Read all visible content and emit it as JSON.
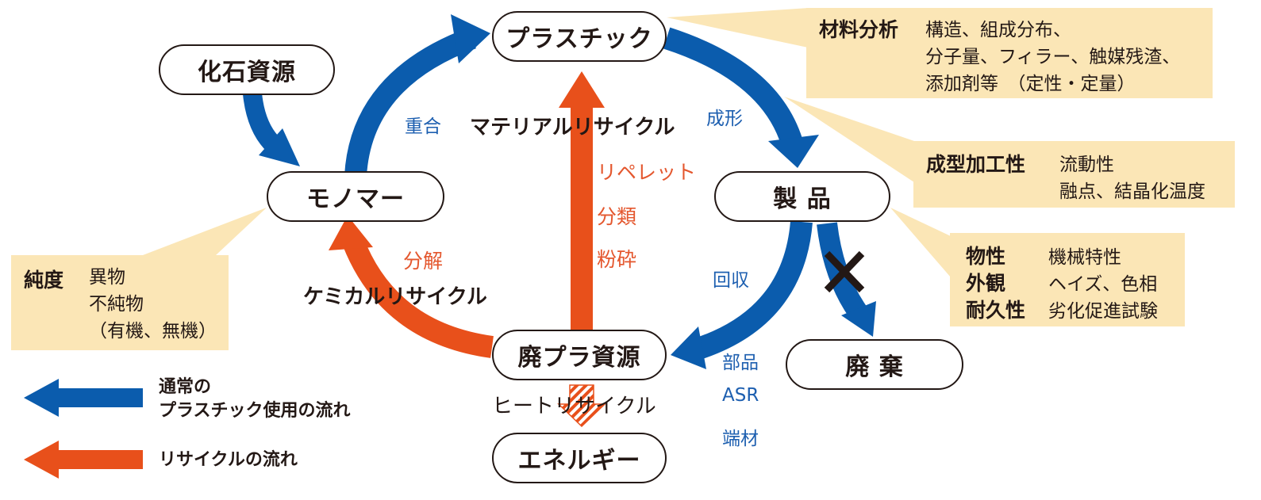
{
  "colors": {
    "blue_flow": "#0b5cad",
    "recycle_flow": "#e8501b",
    "info_box": "#fbe6b6",
    "node_border": "#231815"
  },
  "nodes": {
    "plastic": "プラスチック",
    "fossil": "化石資源",
    "monomer": "モノマー",
    "product": "製 品",
    "waste_resource": "廃プラ資源",
    "disposal": "廃 棄",
    "energy": "エネルギー"
  },
  "flow_labels": {
    "polymerization": "重合",
    "molding": "成形",
    "collection": "回収",
    "decomposition": "分解",
    "parts": "部品",
    "asr": "ASR",
    "scraps": "端材"
  },
  "recycle_labels": {
    "material_recycle": "マテリアルリサイクル",
    "repellet": "リペレット",
    "sorting": "分類",
    "crushing": "粉砕",
    "chemical_recycle": "ケミカルリサイクル",
    "heat_recycle": "ヒートリサイクル"
  },
  "info_boxes": {
    "material_analysis": {
      "title": "材料分析",
      "lines": [
        "構造、組成分布、",
        "分子量、フィラー、触媒残渣、",
        "添加剤等　（定性・定量）"
      ]
    },
    "moldability": {
      "title": "成型加工性",
      "lines": [
        "流動性",
        "融点、結晶化温度"
      ]
    },
    "properties": {
      "titles": [
        "物性",
        "外観",
        "耐久性"
      ],
      "lines": [
        "機械特性",
        "ヘイズ、色相",
        "劣化促進試験"
      ]
    },
    "purity": {
      "title": "純度",
      "lines": [
        "異物",
        "不純物",
        "（有機、無機）"
      ]
    }
  },
  "legend": {
    "normal_line1": "通常の",
    "normal_line2": "プラスチック使用の流れ",
    "recycle": "リサイクルの流れ"
  },
  "icons": {
    "cross": "x-mark-icon",
    "heat": "striped-down-arrow-icon"
  }
}
